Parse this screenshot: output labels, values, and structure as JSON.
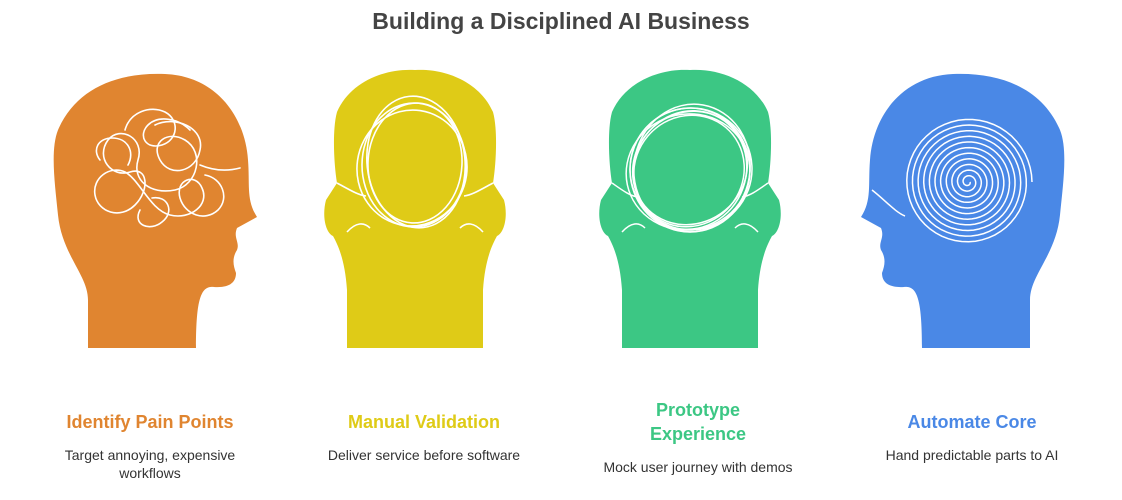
{
  "title": "Building a Disciplined AI Business",
  "steps": [
    {
      "label": "Identify Pain Points",
      "description": "Target annoying, expensive workflows",
      "color": "#E08530",
      "icon": "tangled-scribble-head-icon"
    },
    {
      "label": "Manual Validation",
      "description": "Deliver service before software",
      "color": "#DFCB17",
      "icon": "loose-circles-head-icon"
    },
    {
      "label": "Prototype Experience",
      "description": "Mock user journey with demos",
      "color": "#3CC784",
      "icon": "scribbled-circle-head-icon"
    },
    {
      "label": "Automate Core",
      "description": "Hand predictable parts to AI",
      "color": "#4A88E6",
      "icon": "spiral-head-icon"
    }
  ]
}
